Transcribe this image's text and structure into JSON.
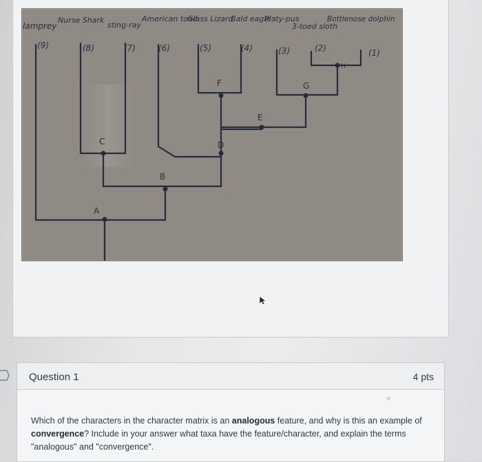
{
  "cladogram": {
    "taxa": [
      {
        "name": "lamprey",
        "num": "(9)"
      },
      {
        "name": "Nurse Shark",
        "num": "(8)"
      },
      {
        "name": "sting-ray",
        "num": "(7)"
      },
      {
        "name": "American toad",
        "num": "(6)"
      },
      {
        "name": "Glass Lizard",
        "num": "(5)"
      },
      {
        "name": "Bald eagle",
        "num": "(4)"
      },
      {
        "name": "Platy-pus",
        "num": "(3)"
      },
      {
        "name": "3-toed sloth",
        "num": "(2)"
      },
      {
        "name": "Bottlenose dolphin",
        "num": "(1)"
      }
    ],
    "nodes": {
      "A": "A",
      "B": "B",
      "C": "C",
      "D": "D",
      "E": "E",
      "F": "F",
      "G": "G",
      "H": "H"
    }
  },
  "question": {
    "title": "Question 1",
    "points": "4 pts",
    "text_parts": [
      "Which of the characters in the character matrix is an ",
      "analogous",
      " feature, and why is this an example of ",
      "convergence",
      "? Include in your answer what taxa have the feature/character, and explain the terms \"analogous\" and \"convergence\"."
    ]
  },
  "colors": {
    "ink": "#262d3a",
    "photo": "#8f8b84",
    "text": "#2d3b45"
  }
}
